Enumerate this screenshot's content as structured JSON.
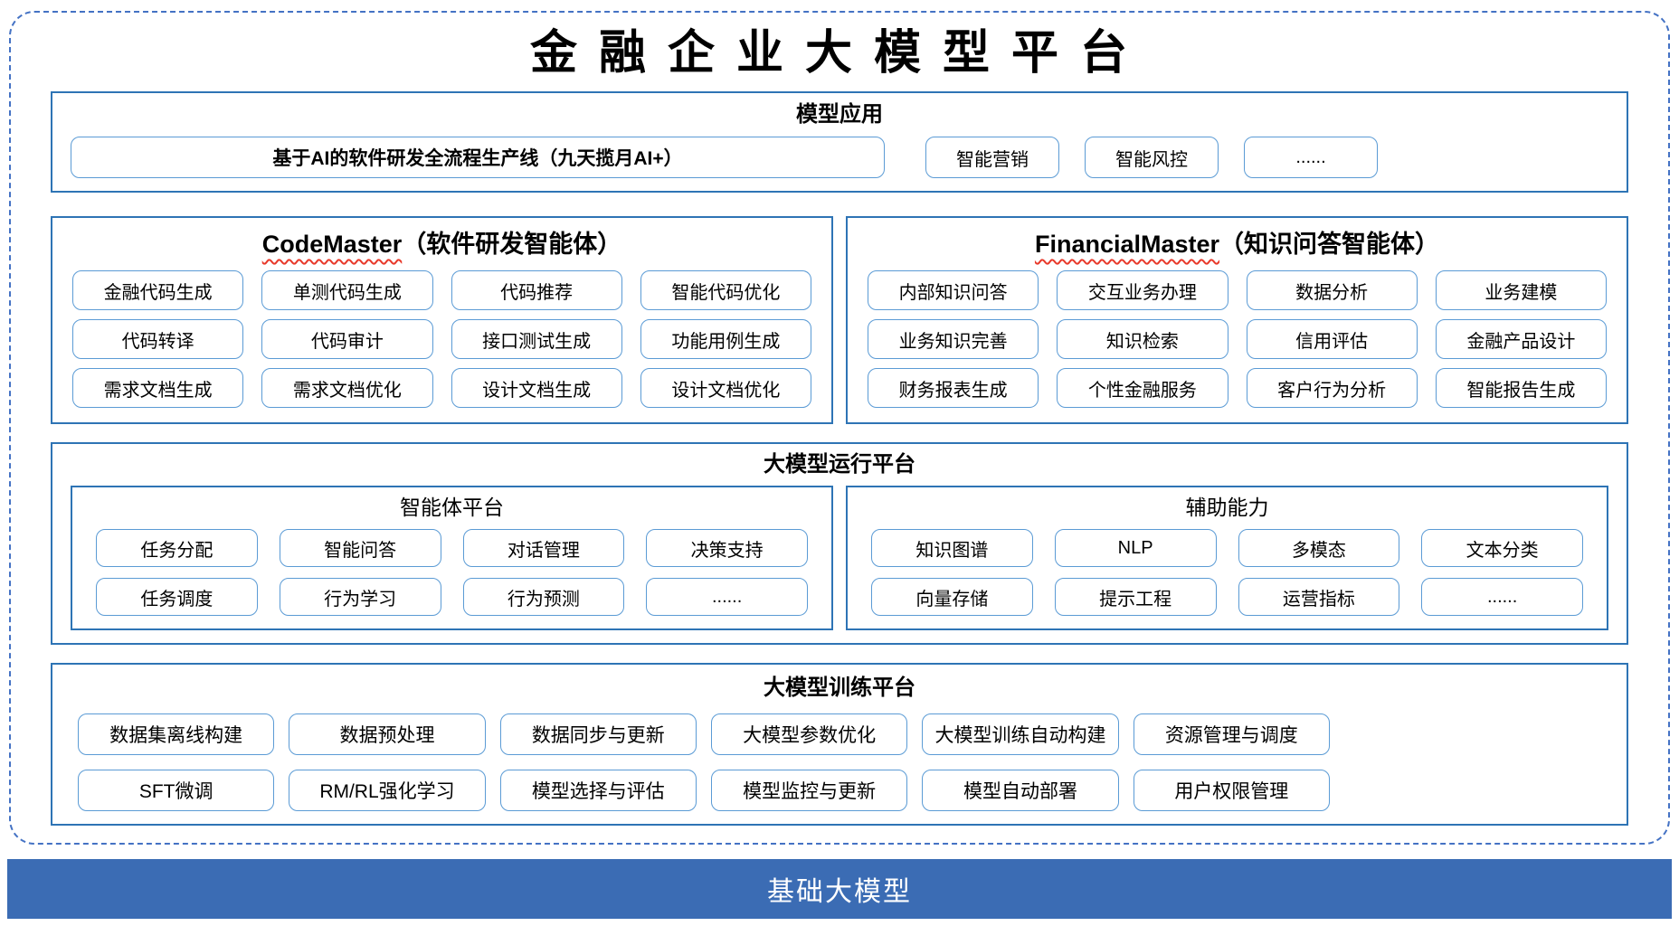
{
  "page": {
    "title": "金融企业大模型平台",
    "foundation_bar": "基础大模型"
  },
  "colors": {
    "section_border": "#2e74b5",
    "box_border": "#5b9bd5",
    "outer_dashed_border": "#4472c4",
    "foundation_bar_fill": "#3b6cb4",
    "foundation_bar_text": "#ffffff",
    "squiggle_red": "#e8392a",
    "text": "#000000"
  },
  "sections": {
    "applications": {
      "title": "模型应用",
      "wide_item": "基于AI的软件研发全流程生产线（九天揽月AI+）",
      "items": [
        "智能营销",
        "智能风控",
        "......"
      ]
    },
    "codemaster": {
      "name": "CodeMaster",
      "suffix": "（软件研发智能体）",
      "items": [
        "金融代码生成",
        "单测代码生成",
        "代码推荐",
        "智能代码优化",
        "代码转译",
        "代码审计",
        "接口测试生成",
        "功能用例生成",
        "需求文档生成",
        "需求文档优化",
        "设计文档生成",
        "设计文档优化"
      ]
    },
    "financialmaster": {
      "name": "FinancialMaster",
      "suffix": "（知识问答智能体）",
      "items": [
        "内部知识问答",
        "交互业务办理",
        "数据分析",
        "业务建模",
        "业务知识完善",
        "知识检索",
        "信用评估",
        "金融产品设计",
        "财务报表生成",
        "个性金融服务",
        "客户行为分析",
        "智能报告生成"
      ]
    },
    "runtime": {
      "title": "大模型运行平台",
      "agent_platform": {
        "title": "智能体平台",
        "items": [
          "任务分配",
          "智能问答",
          "对话管理",
          "决策支持",
          "任务调度",
          "行为学习",
          "行为预测",
          "......"
        ]
      },
      "aux": {
        "title": "辅助能力",
        "items": [
          "知识图谱",
          "NLP",
          "多模态",
          "文本分类",
          "向量存储",
          "提示工程",
          "运营指标",
          "......"
        ]
      }
    },
    "training": {
      "title": "大模型训练平台",
      "items": [
        "数据集离线构建",
        "数据预处理",
        "数据同步与更新",
        "大模型参数优化",
        "大模型训练自动构建",
        "资源管理与调度",
        "SFT微调",
        "RM/RL强化学习",
        "模型选择与评估",
        "模型监控与更新",
        "模型自动部署",
        "用户权限管理"
      ]
    }
  }
}
